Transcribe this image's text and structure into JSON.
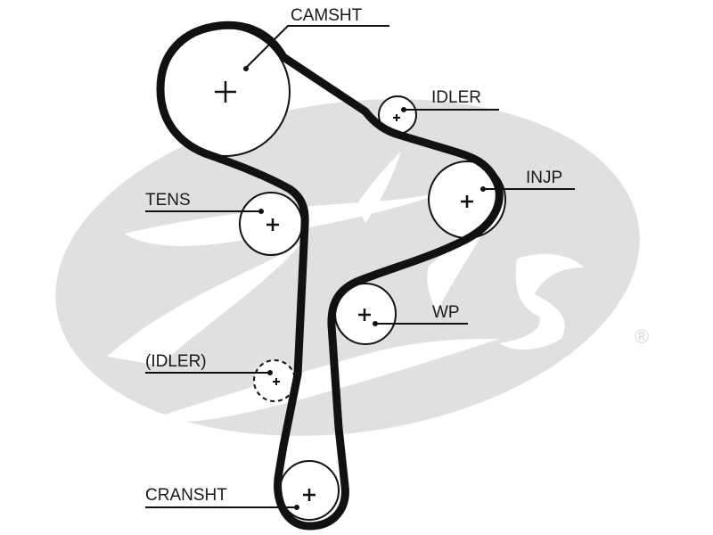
{
  "diagram": {
    "title": "Timing belt routing",
    "brand_watermark": "Gates",
    "registered_mark": "®",
    "colors": {
      "belt": "#111111",
      "pulley_outline": "#111111",
      "watermark": "#e0e0e0",
      "label_text": "#1a1a1a"
    },
    "components": [
      {
        "id": "camsht",
        "label": "CAMSHT",
        "type": "pulley",
        "style": "solid",
        "role": "camshaft"
      },
      {
        "id": "idler_top",
        "label": "IDLER",
        "type": "pulley",
        "style": "solid",
        "role": "idler"
      },
      {
        "id": "injp",
        "label": "INJP",
        "type": "pulley",
        "style": "solid",
        "role": "injection pump"
      },
      {
        "id": "tens",
        "label": "TENS",
        "type": "pulley",
        "style": "solid",
        "role": "tensioner"
      },
      {
        "id": "wp",
        "label": "WP",
        "type": "pulley",
        "style": "solid",
        "role": "water pump"
      },
      {
        "id": "idler_opt",
        "label": "(IDLER)",
        "type": "pulley",
        "style": "dashed",
        "role": "optional idler"
      },
      {
        "id": "cransht",
        "label": "CRANSHT",
        "type": "pulley",
        "style": "solid",
        "role": "crankshaft"
      }
    ]
  }
}
